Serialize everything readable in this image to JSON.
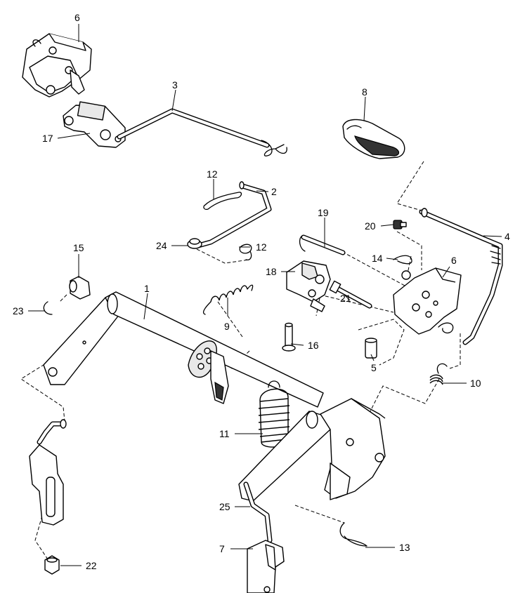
{
  "callouts": {
    "c1": "1",
    "c2": "2",
    "c3": "3",
    "c4": "4",
    "c5": "5",
    "c6a": "6",
    "c6b": "6",
    "c7": "7",
    "c8": "8",
    "c9": "9",
    "c10": "10",
    "c11": "11",
    "c12a": "12",
    "c12b": "12",
    "c13": "13",
    "c14": "14",
    "c15": "15",
    "c16": "16",
    "c17": "17",
    "c18": "18",
    "c19": "19",
    "c20": "20",
    "c21": "21",
    "c22": "22",
    "c23": "23",
    "c24": "24",
    "c25": "25"
  }
}
